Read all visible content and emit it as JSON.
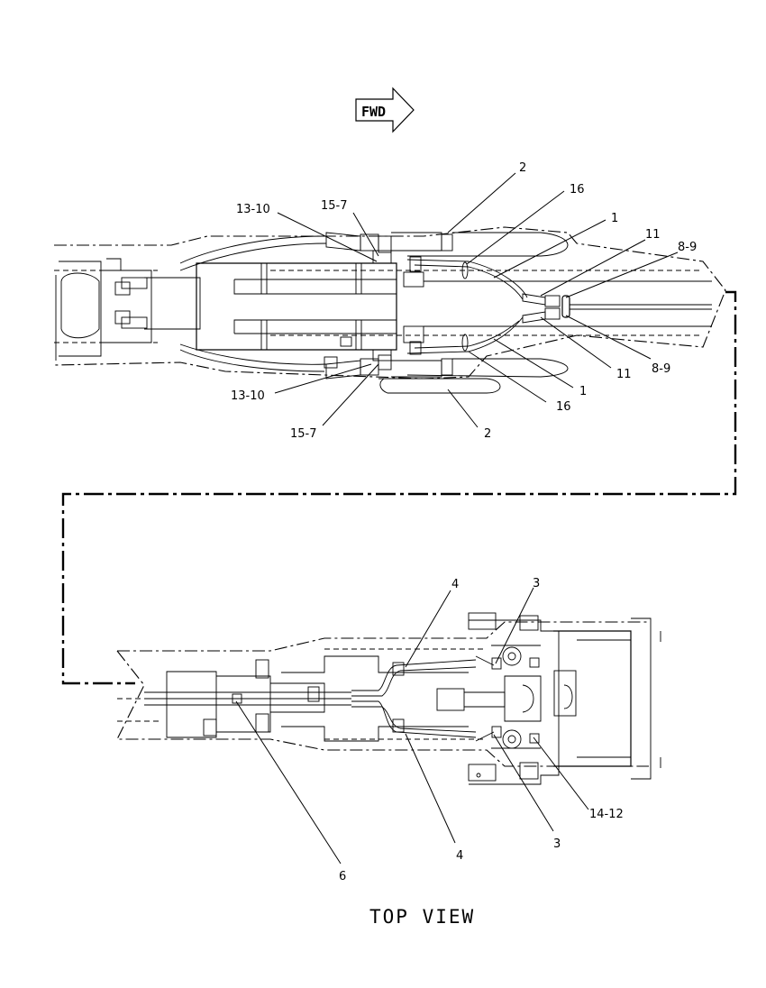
{
  "fwd_label": "FWD",
  "view_title": "TOP VIEW",
  "upper_callouts": {
    "c_2_top": "2",
    "c_16_top": "16",
    "c_1_top": "1",
    "c_11_top": "11",
    "c_8_9_top": "8-9",
    "c_15_7_top": "15-7",
    "c_13_10_top": "13-10",
    "c_13_10_bot": "13-10",
    "c_15_7_bot": "15-7",
    "c_2_bot": "2",
    "c_16_bot": "16",
    "c_1_bot": "1",
    "c_11_bot": "11",
    "c_8_9_bot": "8-9"
  },
  "lower_callouts": {
    "c_4_top": "4",
    "c_3_top": "3",
    "c_4_bot": "4",
    "c_3_bot": "3",
    "c_14_12": "14-12",
    "c_6": "6"
  }
}
